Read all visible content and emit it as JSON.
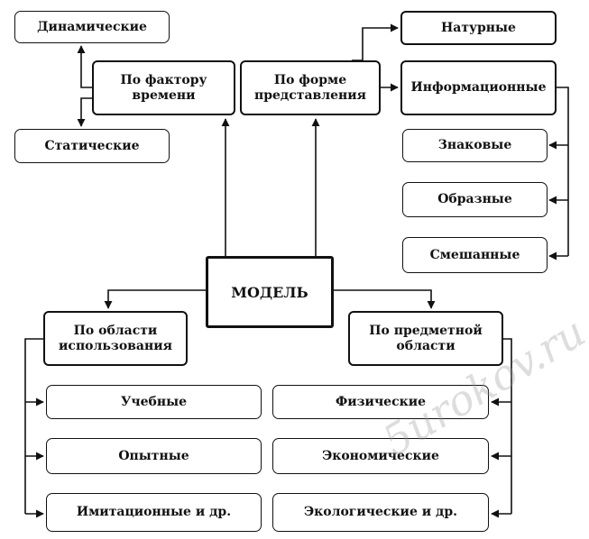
{
  "center": "МОДЕЛЬ",
  "time_factor": {
    "title": "По фактору\nвремени",
    "dynamic": "Динамические",
    "static": "Статические"
  },
  "representation": {
    "title": "По форме\nпредставления",
    "natural": "Натурные",
    "informational": "Информационные",
    "sign": "Знаковые",
    "figurative": "Образные",
    "mixed": "Смешанные"
  },
  "usage_area": {
    "title": "По области\nиспользования",
    "educational": "Учебные",
    "experimental": "Опытные",
    "simulation": "Имитационные и др."
  },
  "subject_area": {
    "title": "По предметной\nобласти",
    "physical": "Физические",
    "economic": "Экономические",
    "ecological": "Экологические и др."
  },
  "watermark": "5urokov.ru"
}
